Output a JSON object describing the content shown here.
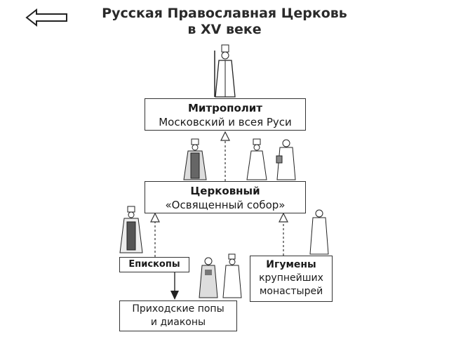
{
  "title_line1": "Русская Православная Церковь",
  "title_line2": "в XV веке",
  "metropolitan": {
    "title": "Митрополит",
    "subtitle": "Московский и всея Руси"
  },
  "sobor": {
    "title": "Церковный",
    "subtitle": "«Освященный собор»"
  },
  "bishops": {
    "title": "Епископы"
  },
  "abbots": {
    "title": "Игумены",
    "line2": "крупнейших",
    "line3": "монастырей"
  },
  "priests": {
    "line1": "Приходские попы",
    "line2": "и диаконы"
  }
}
